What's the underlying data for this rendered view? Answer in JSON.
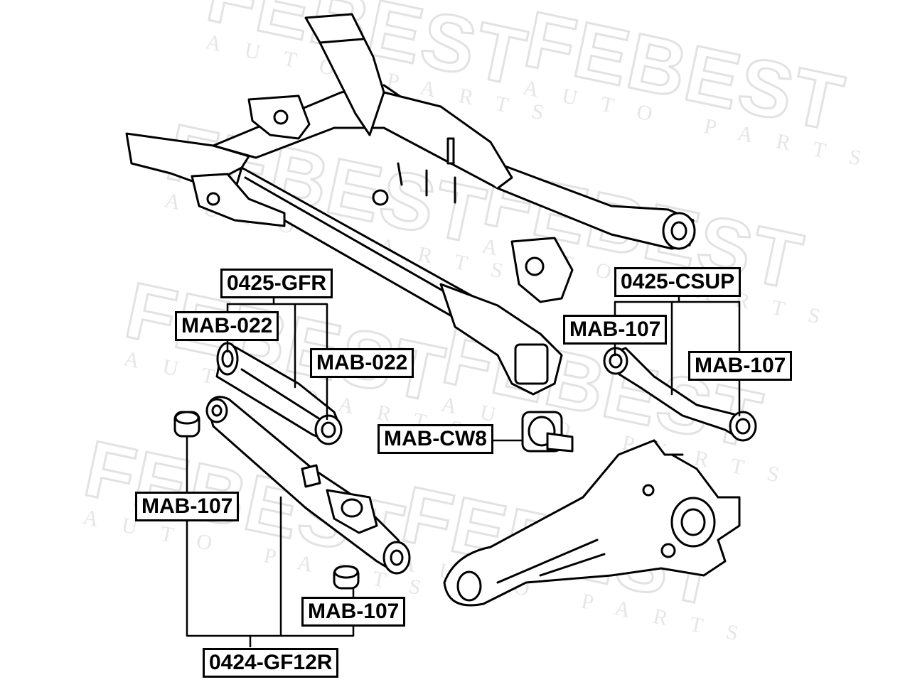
{
  "watermark": {
    "brand": "FEBEST",
    "subtitle": "AUTO PARTS"
  },
  "labels": {
    "kit_0425_gfr": "0425-GFR",
    "mab_022_left": "MAB-022",
    "mab_022_right": "MAB-022",
    "kit_0425_csup": "0425-CSUP",
    "mab_107_csup_left": "MAB-107",
    "mab_107_csup_right": "MAB-107",
    "mab_cw8": "MAB-CW8",
    "mab_107_lower_left": "MAB-107",
    "mab_107_lower_right": "MAB-107",
    "kit_0424_gf12r": "0424-GF12R"
  },
  "parts": [
    "rear-subframe-icon",
    "upper-control-arm-icon",
    "lower-trailing-arm-icon",
    "camber-arm-icon",
    "knuckle-carrier-icon",
    "bushing-icon"
  ]
}
